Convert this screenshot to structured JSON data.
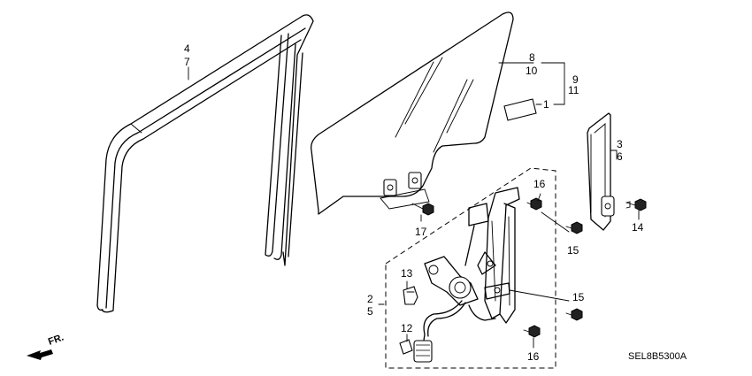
{
  "callouts": [
    {
      "id": "c4",
      "text": "4"
    },
    {
      "id": "c7",
      "text": "7"
    },
    {
      "id": "c8",
      "text": "8"
    },
    {
      "id": "c10",
      "text": "10"
    },
    {
      "id": "c9",
      "text": "9"
    },
    {
      "id": "c11",
      "text": "11"
    },
    {
      "id": "c1",
      "text": "1"
    },
    {
      "id": "c3",
      "text": "3"
    },
    {
      "id": "c6",
      "text": "6"
    },
    {
      "id": "c16a",
      "text": "16"
    },
    {
      "id": "c15a",
      "text": "15"
    },
    {
      "id": "c14",
      "text": "14"
    },
    {
      "id": "c17",
      "text": "17"
    },
    {
      "id": "c13",
      "text": "13"
    },
    {
      "id": "c2",
      "text": "2"
    },
    {
      "id": "c5",
      "text": "5"
    },
    {
      "id": "c15b",
      "text": "15"
    },
    {
      "id": "c12",
      "text": "12"
    },
    {
      "id": "c16b",
      "text": "16"
    }
  ],
  "direction_label": "FR.",
  "diagram_code": "SEL8B5300A"
}
